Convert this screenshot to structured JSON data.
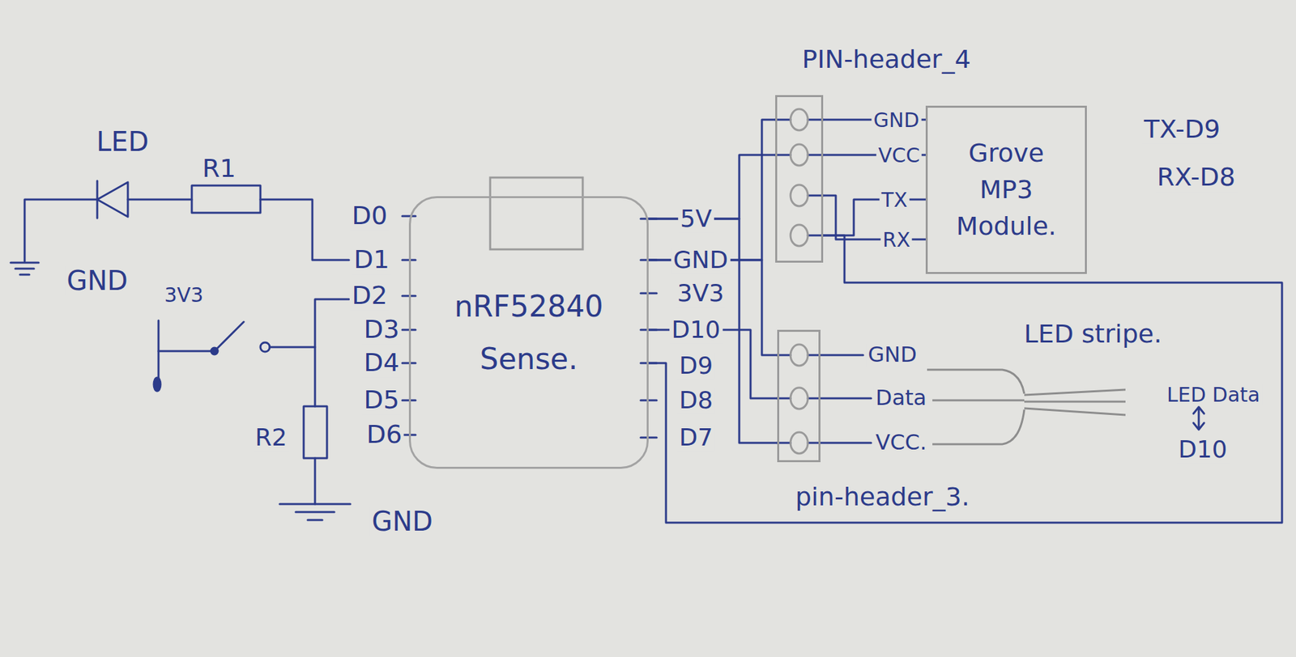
{
  "diagram": {
    "nodes": [
      {
        "text": [
          "nRF52840 Sense."
        ]
      },
      {
        "text": [
          "PIN-header_4"
        ]
      },
      {
        "text": [
          "Grove MP3 Module."
        ]
      },
      {
        "text": [
          "pin-header_3."
        ]
      }
    ],
    "edges": [
      {
        "from": 0,
        "to": 1,
        "arrow": "none"
      },
      {
        "from": 0,
        "to": 1,
        "arrow": "none"
      },
      {
        "from": 0,
        "to": 3,
        "arrow": "none"
      },
      {
        "from": 0,
        "to": 3,
        "arrow": "none"
      },
      {
        "from": 0,
        "to": 3,
        "arrow": "none"
      },
      {
        "from": 0,
        "to": 1,
        "arrow": "none"
      },
      {
        "from": 1,
        "to": 2,
        "arrow": "none"
      },
      {
        "from": 1,
        "to": 2,
        "arrow": "none"
      },
      {
        "from": 1,
        "to": 2,
        "arrow": "none"
      },
      {
        "from": 1,
        "to": 2,
        "arrow": "none"
      }
    ],
    "labels": [
      "LED",
      "R1",
      "GND",
      "3V3",
      "R2",
      "GND",
      "D0",
      "D1",
      "D2",
      "D3",
      "D4",
      "D5",
      "D6",
      "5V",
      "GND",
      "3V3",
      "D10",
      "D9",
      "D8",
      "D7",
      "GND",
      "VCC",
      "TX",
      "RX",
      "TX-D9",
      "RX-D8",
      "LED stripe.",
      "GND",
      "Data",
      "VCC.",
      "LED Data",
      "D10"
    ]
  }
}
